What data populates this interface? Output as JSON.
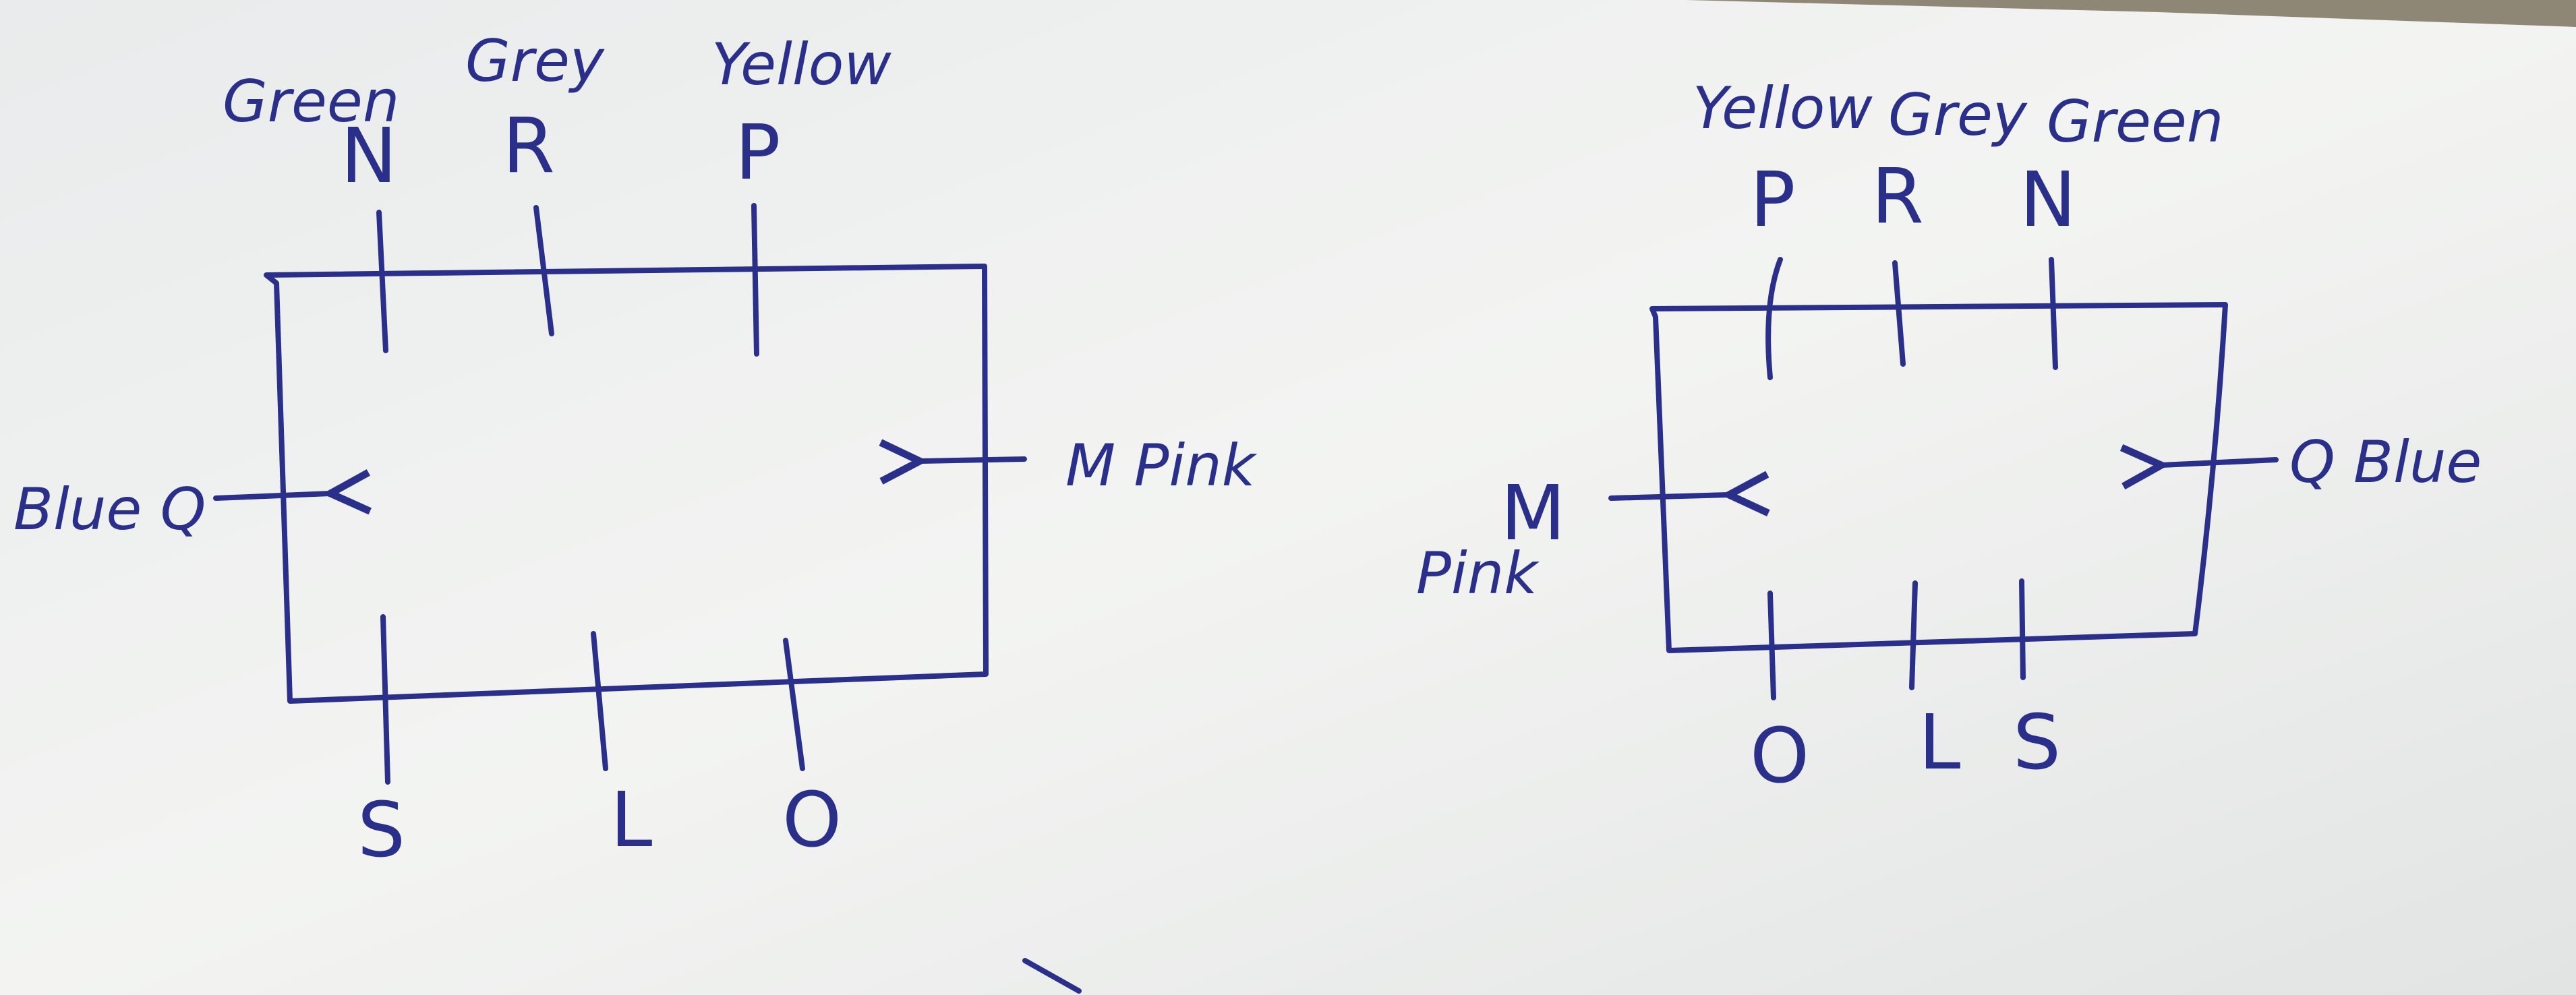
{
  "left_diagram": {
    "top_colors": [
      "Green",
      "Grey",
      "Yellow"
    ],
    "top_letters": [
      "N",
      "R",
      "P"
    ],
    "right_label": "M Pink",
    "left_label": "Blue Q",
    "bottom_letters": [
      "S",
      "L",
      "O"
    ]
  },
  "right_diagram": {
    "top_colors": [
      "Yellow",
      "Grey",
      "Green"
    ],
    "top_letters": [
      "P",
      "R",
      "N"
    ],
    "right_label": "Q Blue",
    "left_letter": "M",
    "left_color": "Pink",
    "bottom_letters": [
      "O",
      "L",
      "S"
    ]
  },
  "colors": {
    "ink": "#2a2f8a",
    "paper": "#f2f2ef"
  }
}
